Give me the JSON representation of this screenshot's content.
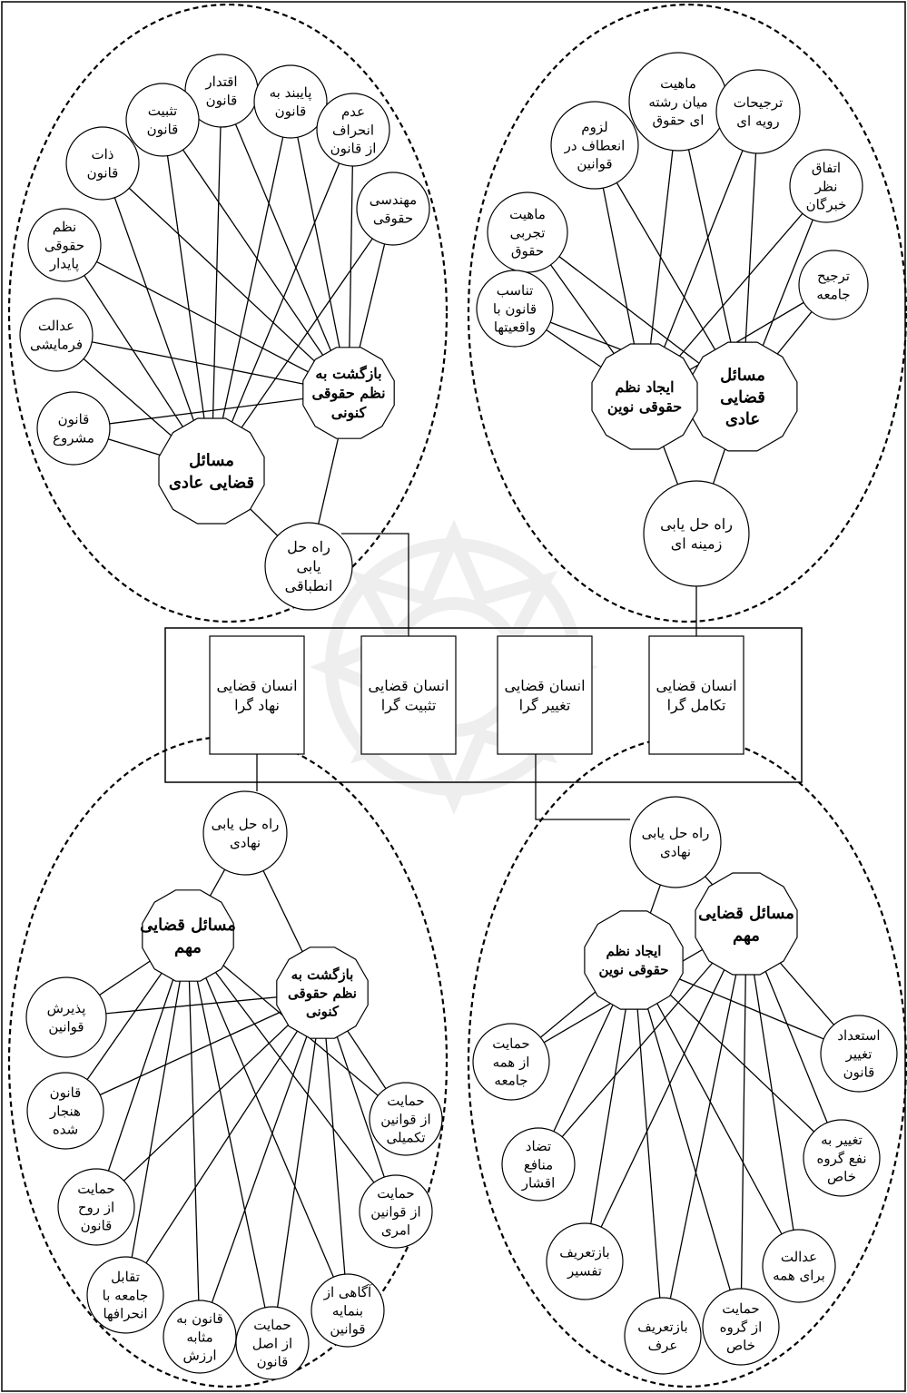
{
  "types": {
    "evolutionary": "انسان قضایی تکامل گرا",
    "change": "انسان قضایی تغییر گرا",
    "stabilizing": "انسان قضایی تثبیت گرا",
    "institutional": "انسان قضایی نهاد گرا"
  },
  "top_right": {
    "solution": "راه حل یابی زمینه ای",
    "issue_node": "مسائل قضایی عادی",
    "new_order": "ایجاد نظم حقوقی نوین",
    "leaves": {
      "interdisciplinary": "ماهیت میان رشته ای حقوق",
      "procedural_pref": "ترجیحات رویه ای",
      "flexibility": "لزوم انعطاف در قوانین",
      "expert_consensus": "اتفاق نظر خبرگان",
      "experimental": "ماهیت تجربی حقوق",
      "society_pref": "ترجیح جامعه",
      "reality_fit": "تناسب قانون با واقعیتها"
    }
  },
  "top_left": {
    "solution": "راه حل یابی انطباقی",
    "issue_node": "مسائل قضایی عادی",
    "return_node": "بازگشت به نظم حقوقی کنونی",
    "leaves": {
      "authority": "اقتدار قانون",
      "bound": "پایبند به قانون",
      "fixing": "تثبیت قانون",
      "no_deviation": "عدم انحراف از قانون",
      "essence": "ذات قانون",
      "engineering": "مهندسی حقوقی",
      "stable_order": "نظم حقوقی پایدار",
      "justice_show": "عدالت فرمایشی",
      "legit_law": "قانون مشروع"
    }
  },
  "bottom_left": {
    "solution": "راه حل یابی نهادی",
    "issue_node": "مسائل قضایی مهم",
    "return_node": "بازگشت به نظم حقوقی کنونی",
    "leaves": {
      "accept_laws": "پذیرش قوانین",
      "norm_law": "قانون هنجار شده",
      "supplementary": "حمایت از قوانین تکمیلی",
      "spirit": "حمایت از روح قانون",
      "mandatory": "حمایت از قوانین امری",
      "confront": "تقابل جامعه با انحرافها",
      "foundation": "آگاهی از بنمایه قوانین",
      "value": "قانون به مثابه ارزش",
      "principle": "حمایت از اصل قانون"
    }
  },
  "bottom_right": {
    "solution": "راه حل یابی نهادی",
    "issue_node": "مسائل قضایی مهم",
    "new_order": "ایجاد نظم حقوقی نوین",
    "leaves": {
      "readiness": "استعداد تغییر قانون",
      "all_society": "حمایت از همه جامعه",
      "group_change": "تغییر به نفع گروه خاص",
      "conflict": "تضاد منافع اقشار",
      "justice_all": "عدالت برای همه",
      "redefine_interp": "بازتعریف تفسیر",
      "redefine_custom": "بازتعریف عرف",
      "group_support": "حمایت از گروه خاص"
    }
  }
}
